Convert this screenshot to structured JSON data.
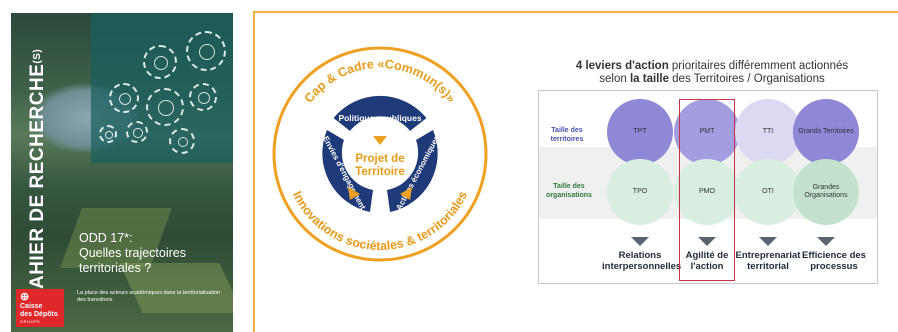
{
  "cover": {
    "title_main": "CAHIER DE RECHERCHE",
    "title_suffix": "(S)",
    "odd_title": "ODD 17*:",
    "odd_subtitle": "Quelles trajectoires territoriales ?",
    "tagline": "La place des acteurs académiques dans la territorialisation des transitions",
    "logo_mark": "⊕",
    "logo_line1": "Caisse",
    "logo_line2": "des Dépôts",
    "logo_group": "GROUPE",
    "colors": {
      "logo_red": "#e0282b",
      "overlay_teal": "#1f5f5f"
    }
  },
  "circle": {
    "top_arc": "Cap & Cadre «Commun(s)»",
    "bottom_arc": "Innovations sociétales & territoriales",
    "center_line1": "Projet de",
    "center_line2": "Territoire",
    "segment_top": "Politiques publiques",
    "segment_left": "Envies d'engagement",
    "segment_right": "Actions économiques",
    "colors": {
      "ring": "#f0a020",
      "segments": "#1e3a78",
      "center_text": "#e89a1a"
    }
  },
  "matrix": {
    "title_bold1": "4 leviers d'action",
    "title_rest1": " prioritaires différemment actionnés",
    "title_line2_a": "selon ",
    "title_bold2": "la taille",
    "title_line2_b": " des Territoires / Organisations",
    "row_label_territoires": "Taille des territoires",
    "row_label_organisations": "Taille des organisations",
    "bubbles_top": [
      "TPT",
      "PMT",
      "TTI",
      "Grands Territoires"
    ],
    "bubbles_bottom": [
      "TPO",
      "PMO",
      "OTI",
      "Grandes Organisations"
    ],
    "levers": [
      "Relations interpersonnelles",
      "Agilité de l'action",
      "Entreprenariat territorial",
      "Efficience des processus"
    ],
    "colors": {
      "top_bubble": "#8e88d6",
      "bottom_bubble": "#c9e6d6",
      "highlight": "#c7324a",
      "label_blue": "#4a4fb0",
      "label_green": "#2f7a3a"
    }
  }
}
